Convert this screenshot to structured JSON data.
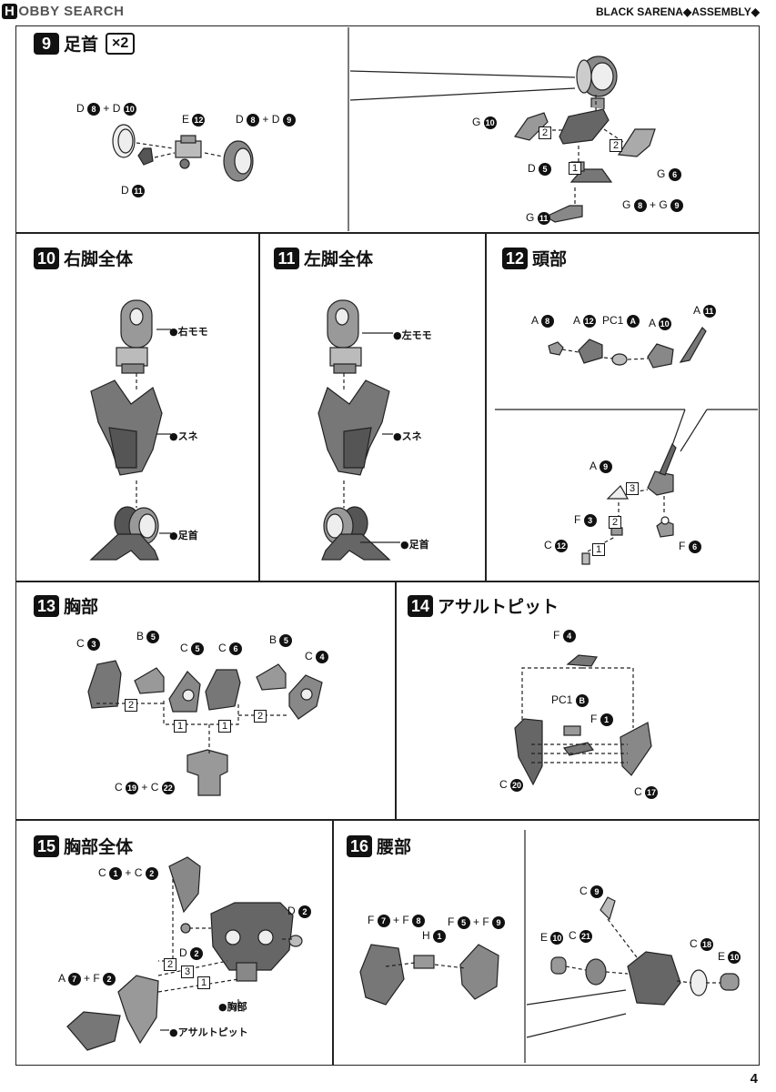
{
  "header": {
    "logo_badge": "H",
    "logo_text": "OBBY SEARCH",
    "title": "BLACK SARENA◆ASSEMBLY◆"
  },
  "page_number": "4",
  "step9": {
    "num": "9",
    "title": "足首",
    "multiplier": "×2",
    "labels": {
      "d8d10": [
        "D",
        "8",
        "+ D",
        "10"
      ],
      "e12": [
        "E",
        "12"
      ],
      "d8d9": [
        "D",
        "8",
        "+ D",
        "9"
      ],
      "d11": [
        "D",
        "11"
      ],
      "g10": [
        "G",
        "10"
      ],
      "d5": [
        "D",
        "5"
      ],
      "g6": [
        "G",
        "6"
      ],
      "g8g9": [
        "G",
        "8",
        "+ G",
        "9"
      ],
      "g11": [
        "G",
        "11"
      ]
    },
    "steps": [
      "2",
      "2",
      "1"
    ]
  },
  "step10": {
    "num": "10",
    "title": "右脚全体",
    "thigh": "●右モモ",
    "shin": "●スネ",
    "ankle": "●足首"
  },
  "step11": {
    "num": "11",
    "title": "左脚全体",
    "thigh": "●左モモ",
    "shin": "●スネ",
    "ankle": "●足首"
  },
  "step12": {
    "num": "12",
    "title": "頭部",
    "labels": {
      "a8": [
        "A",
        "8"
      ],
      "a12": [
        "A",
        "12"
      ],
      "pc1a": [
        "PC1",
        "A"
      ],
      "a10": [
        "A",
        "10"
      ],
      "a11": [
        "A",
        "11"
      ],
      "a9": [
        "A",
        "9"
      ],
      "f3": [
        "F",
        "3"
      ],
      "c12": [
        "C",
        "12"
      ],
      "f6": [
        "F",
        "6"
      ]
    },
    "steps": [
      "3",
      "2",
      "1"
    ]
  },
  "step13": {
    "num": "13",
    "title": "胸部",
    "labels": {
      "c3": [
        "C",
        "3"
      ],
      "b5a": [
        "B",
        "5"
      ],
      "c5": [
        "C",
        "5"
      ],
      "c6": [
        "C",
        "6"
      ],
      "b5b": [
        "B",
        "5"
      ],
      "c4": [
        "C",
        "4"
      ],
      "c19c22": [
        "C",
        "19",
        "+ C",
        "22"
      ]
    },
    "steps": [
      "2",
      "1",
      "1",
      "2"
    ]
  },
  "step14": {
    "num": "14",
    "title": "アサルトピット",
    "labels": {
      "f4": [
        "F",
        "4"
      ],
      "pc1b": [
        "PC1",
        "B"
      ],
      "f1": [
        "F",
        "1"
      ],
      "c20": [
        "C",
        "20"
      ],
      "c17": [
        "C",
        "17"
      ]
    }
  },
  "step15": {
    "num": "15",
    "title": "胸部全体",
    "labels": {
      "c1c2": [
        "C",
        "1",
        "+ C",
        "2"
      ],
      "d2a": [
        "D",
        "2"
      ],
      "d2b": [
        "D",
        "2"
      ],
      "a7f2": [
        "A",
        "7",
        "+ F",
        "2"
      ]
    },
    "chest": "●胸部",
    "pit": "●アサルトピット",
    "steps": [
      "2",
      "3",
      "1"
    ]
  },
  "step16": {
    "num": "16",
    "title": "腰部",
    "labels": {
      "f7f8": [
        "F",
        "7",
        "+ F",
        "8"
      ],
      "h1": [
        "H",
        "1"
      ],
      "f5f9": [
        "F",
        "5",
        "+ F",
        "9"
      ],
      "c9": [
        "C",
        "9"
      ],
      "e10a": [
        "E",
        "10"
      ],
      "c21": [
        "C",
        "21"
      ],
      "c18": [
        "C",
        "18"
      ],
      "e10b": [
        "E",
        "10"
      ]
    }
  }
}
